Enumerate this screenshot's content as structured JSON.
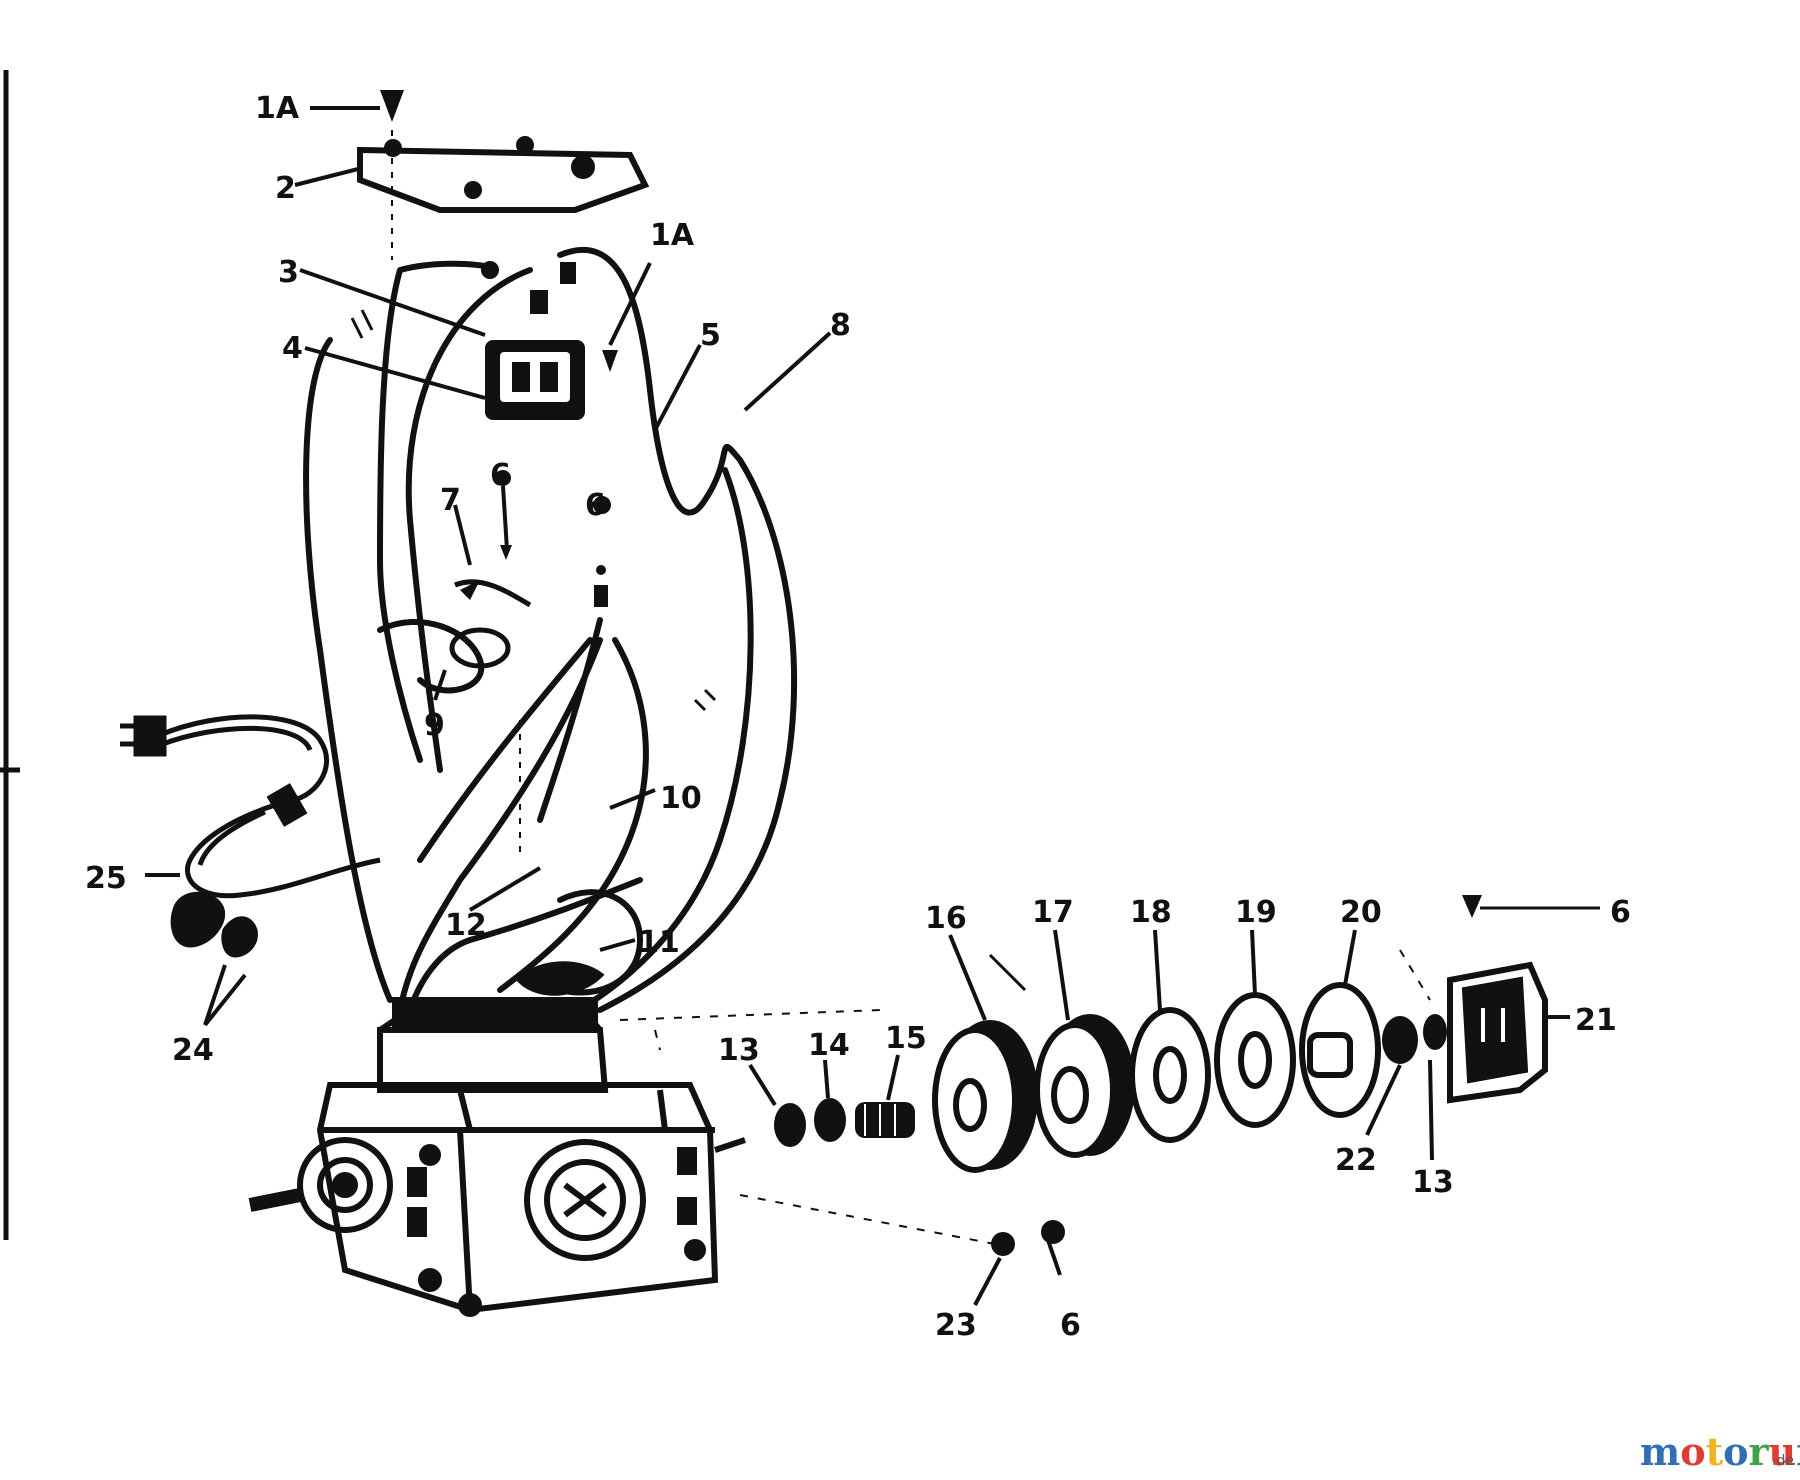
{
  "diagram": {
    "labels": [
      "1A",
      "2",
      "1A",
      "3",
      "4",
      "5",
      "8",
      "6",
      "7",
      "6",
      "9",
      "9",
      "10",
      "25",
      "12",
      "11",
      "24",
      "13",
      "14",
      "15",
      "16",
      "17",
      "18",
      "19",
      "20",
      "6",
      "21",
      "22",
      "13",
      "23",
      "6"
    ]
  },
  "watermark": {
    "parts": [
      "m",
      "o",
      "t",
      "o",
      "r",
      "u",
      "f"
    ],
    "suffix": ".de",
    "colors": [
      "#2e6fb7",
      "#e23a2c",
      "#f2b31b",
      "#2e6fb7",
      "#3ea34a",
      "#e23a2c",
      "#2e6fb7"
    ]
  }
}
